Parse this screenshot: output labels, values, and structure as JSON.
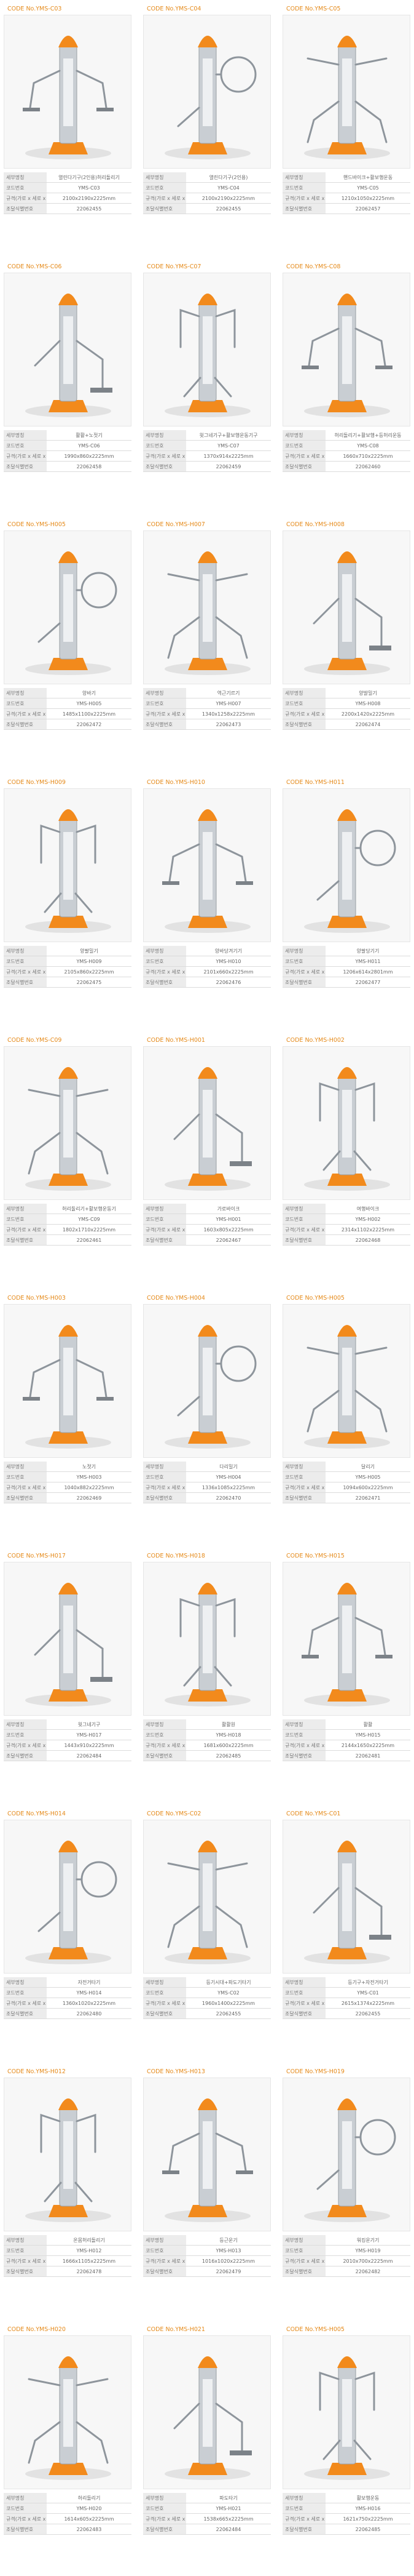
{
  "code_prefix": "CODE No.",
  "spec_labels": [
    "세부명칭",
    "코드번호",
    "규격(가로 x 세로 x 높이)",
    "조달식별번호"
  ],
  "colors": {
    "accent_orange": "#f28a1c",
    "frame_silver": "#c9ced3",
    "code_text": "#e58a1a",
    "label_bg": "#ececec"
  },
  "products": [
    {
      "code": "YMS-C03",
      "name": "열린다기구(2인용)허리돌리기",
      "model": "YMS-C03",
      "size": "2100x2190x2225mm",
      "ident": "22062455"
    },
    {
      "code": "YMS-C04",
      "name": "열린다기구(2인용)",
      "model": "YMS-C04",
      "size": "2100x2190x2225mm",
      "ident": "22062455"
    },
    {
      "code": "YMS-C05",
      "name": "핸드바이크+활보행운동",
      "model": "YMS-C05",
      "size": "1210x1050x2225mm",
      "ident": "22062457"
    },
    {
      "code": "YMS-C06",
      "name": "활활+노젓기",
      "model": "YMS-C06",
      "size": "1990x860x2225mm",
      "ident": "22062458"
    },
    {
      "code": "YMS-C07",
      "name": "윗그네기구+활보행운동기구",
      "model": "YMS-C07",
      "size": "1370x914x2225mm",
      "ident": "22062459"
    },
    {
      "code": "YMS-C08",
      "name": "허리돌리기+활보행+등허리운동",
      "model": "YMS-C08",
      "size": "1660x710x2225mm",
      "ident": "22062460"
    },
    {
      "code": "YMS-H005",
      "name": "양바기",
      "model": "YMS-H005",
      "size": "1485x1100x2225mm",
      "ident": "22062472"
    },
    {
      "code": "YMS-H007",
      "name": "역근기르기",
      "model": "YMS-H007",
      "size": "1340x1258x2225mm",
      "ident": "22062473"
    },
    {
      "code": "YMS-H008",
      "name": "양발밀기",
      "model": "YMS-H008",
      "size": "2200x1420x2225mm",
      "ident": "22062474"
    },
    {
      "code": "YMS-H009",
      "name": "양팔밀기",
      "model": "YMS-H009",
      "size": "2105x860x2225mm",
      "ident": "22062475"
    },
    {
      "code": "YMS-H010",
      "name": "양바당겨기기",
      "model": "YMS-H010",
      "size": "2101x660x2225mm",
      "ident": "22062476"
    },
    {
      "code": "YMS-H011",
      "name": "양팔당기기",
      "model": "YMS-H011",
      "size": "1206x614x2801mm",
      "ident": "22062477"
    },
    {
      "code": "YMS-C09",
      "name": "허리돌리기+활보행운동기",
      "model": "YMS-C09",
      "size": "1802x1710x2225mm",
      "ident": "22062461"
    },
    {
      "code": "YMS-H001",
      "name": "가로바이크",
      "model": "YMS-H001",
      "size": "1603x805x2225mm",
      "ident": "22062467"
    },
    {
      "code": "YMS-H002",
      "name": "여행바이크",
      "model": "YMS-H002",
      "size": "2314x1102x2225mm",
      "ident": "22062468"
    },
    {
      "code": "YMS-H003",
      "name": "노젓기",
      "model": "YMS-H003",
      "size": "1040x882x2225mm",
      "ident": "22062469"
    },
    {
      "code": "YMS-H004",
      "name": "다리밀기",
      "model": "YMS-H004",
      "size": "1336x1085x2225mm",
      "ident": "22062470"
    },
    {
      "code": "YMS-H005",
      "name": "달리기",
      "model": "YMS-H005",
      "size": "1094x600x2225mm",
      "ident": "22062471"
    },
    {
      "code": "YMS-H017",
      "name": "윗그네기구",
      "model": "YMS-H017",
      "size": "1443x910x2225mm",
      "ident": "22062484"
    },
    {
      "code": "YMS-H018",
      "name": "활활원",
      "model": "YMS-H018",
      "size": "1681x600x2225mm",
      "ident": "22062485"
    },
    {
      "code": "YMS-H015",
      "name": "활활",
      "model": "YMS-H015",
      "size": "2144x1650x2225mm",
      "ident": "22062481"
    },
    {
      "code": "YMS-H014",
      "name": "자전거타기",
      "model": "YMS-H014",
      "size": "1360x1020x2225mm",
      "ident": "22062480"
    },
    {
      "code": "YMS-C02",
      "name": "등기시대+파도기타기",
      "model": "YMS-C02",
      "size": "1960x1400x2225mm",
      "ident": "22062455"
    },
    {
      "code": "YMS-C01",
      "name": "등기구+자전거타기",
      "model": "YMS-C01",
      "size": "2615x1374x2225mm",
      "ident": "22062455"
    },
    {
      "code": "YMS-H012",
      "name": "온몸허리돌리기",
      "model": "YMS-H012",
      "size": "1666x1105x2225mm",
      "ident": "22062478"
    },
    {
      "code": "YMS-H013",
      "name": "등근운기",
      "model": "YMS-H013",
      "size": "1016x1020x2225mm",
      "ident": "22062479"
    },
    {
      "code": "YMS-H019",
      "name": "워킹운기기",
      "model": "YMS-H019",
      "size": "2010x700x2225mm",
      "ident": "22062482"
    },
    {
      "code": "YMS-H020",
      "name": "허리돌리기",
      "model": "YMS-H020",
      "size": "1614x605x2225mm",
      "ident": "22062483"
    },
    {
      "code": "YMS-H021",
      "name": "파도타기",
      "model": "YMS-H021",
      "size": "1538x665x2225mm",
      "ident": "22062484"
    },
    {
      "code": "YMS-H005",
      "name": "활보행운동",
      "model": "YMS-H016",
      "size": "1621x750x2225mm",
      "ident": "22062485"
    }
  ]
}
